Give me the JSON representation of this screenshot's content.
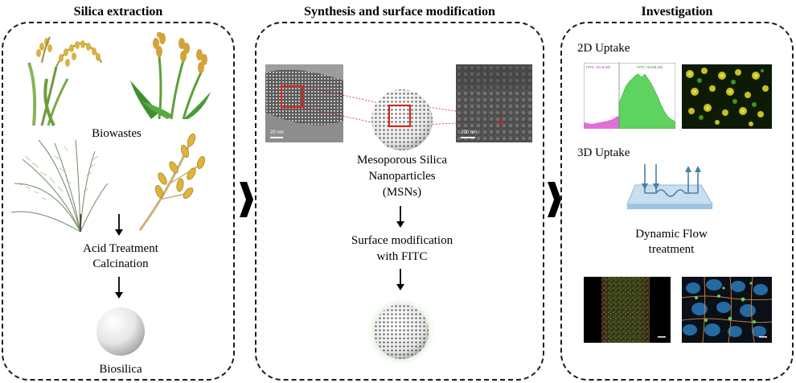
{
  "panels": {
    "left": {
      "title": "Silica extraction",
      "biowastes_label": "Biowastes",
      "step_line1": "Acid Treatment",
      "step_line2": "Calcination",
      "product_label": "Biosilica"
    },
    "middle": {
      "title": "Synthesis and surface modification",
      "tem_left_scale": "20 nm",
      "tem_right_scale": "200 nm",
      "msn_line1": "Mesoporous Silica",
      "msn_line2": "Nanoparticles",
      "msn_line3": "(MSNs)",
      "mod_line1": "Surface modification",
      "mod_line2": "with FITC"
    },
    "right": {
      "title": "Investigation",
      "uptake2d_label": "2D Uptake",
      "uptake3d_label": "3D Uptake",
      "flow_line1": "Dynamic Flow",
      "flow_line2": "treatment",
      "flow_plot_gate_left": "FITC -(%-8,04)",
      "flow_plot_gate_right": "FITC +(%93,16)"
    }
  },
  "colors": {
    "border": "#1a1a1a",
    "highlight_box": "#e0201c",
    "histogram_green": "#5fd35f",
    "histogram_pink": "#e070d8",
    "fitc_green": "#4caf2e",
    "chip_blue": "#8ab8d8"
  },
  "icons": [
    "rice-plant-icon",
    "wheat-plant-icon",
    "grass-plant-icon",
    "oat-plant-icon",
    "chevron-right-icon",
    "down-arrow-icon"
  ]
}
